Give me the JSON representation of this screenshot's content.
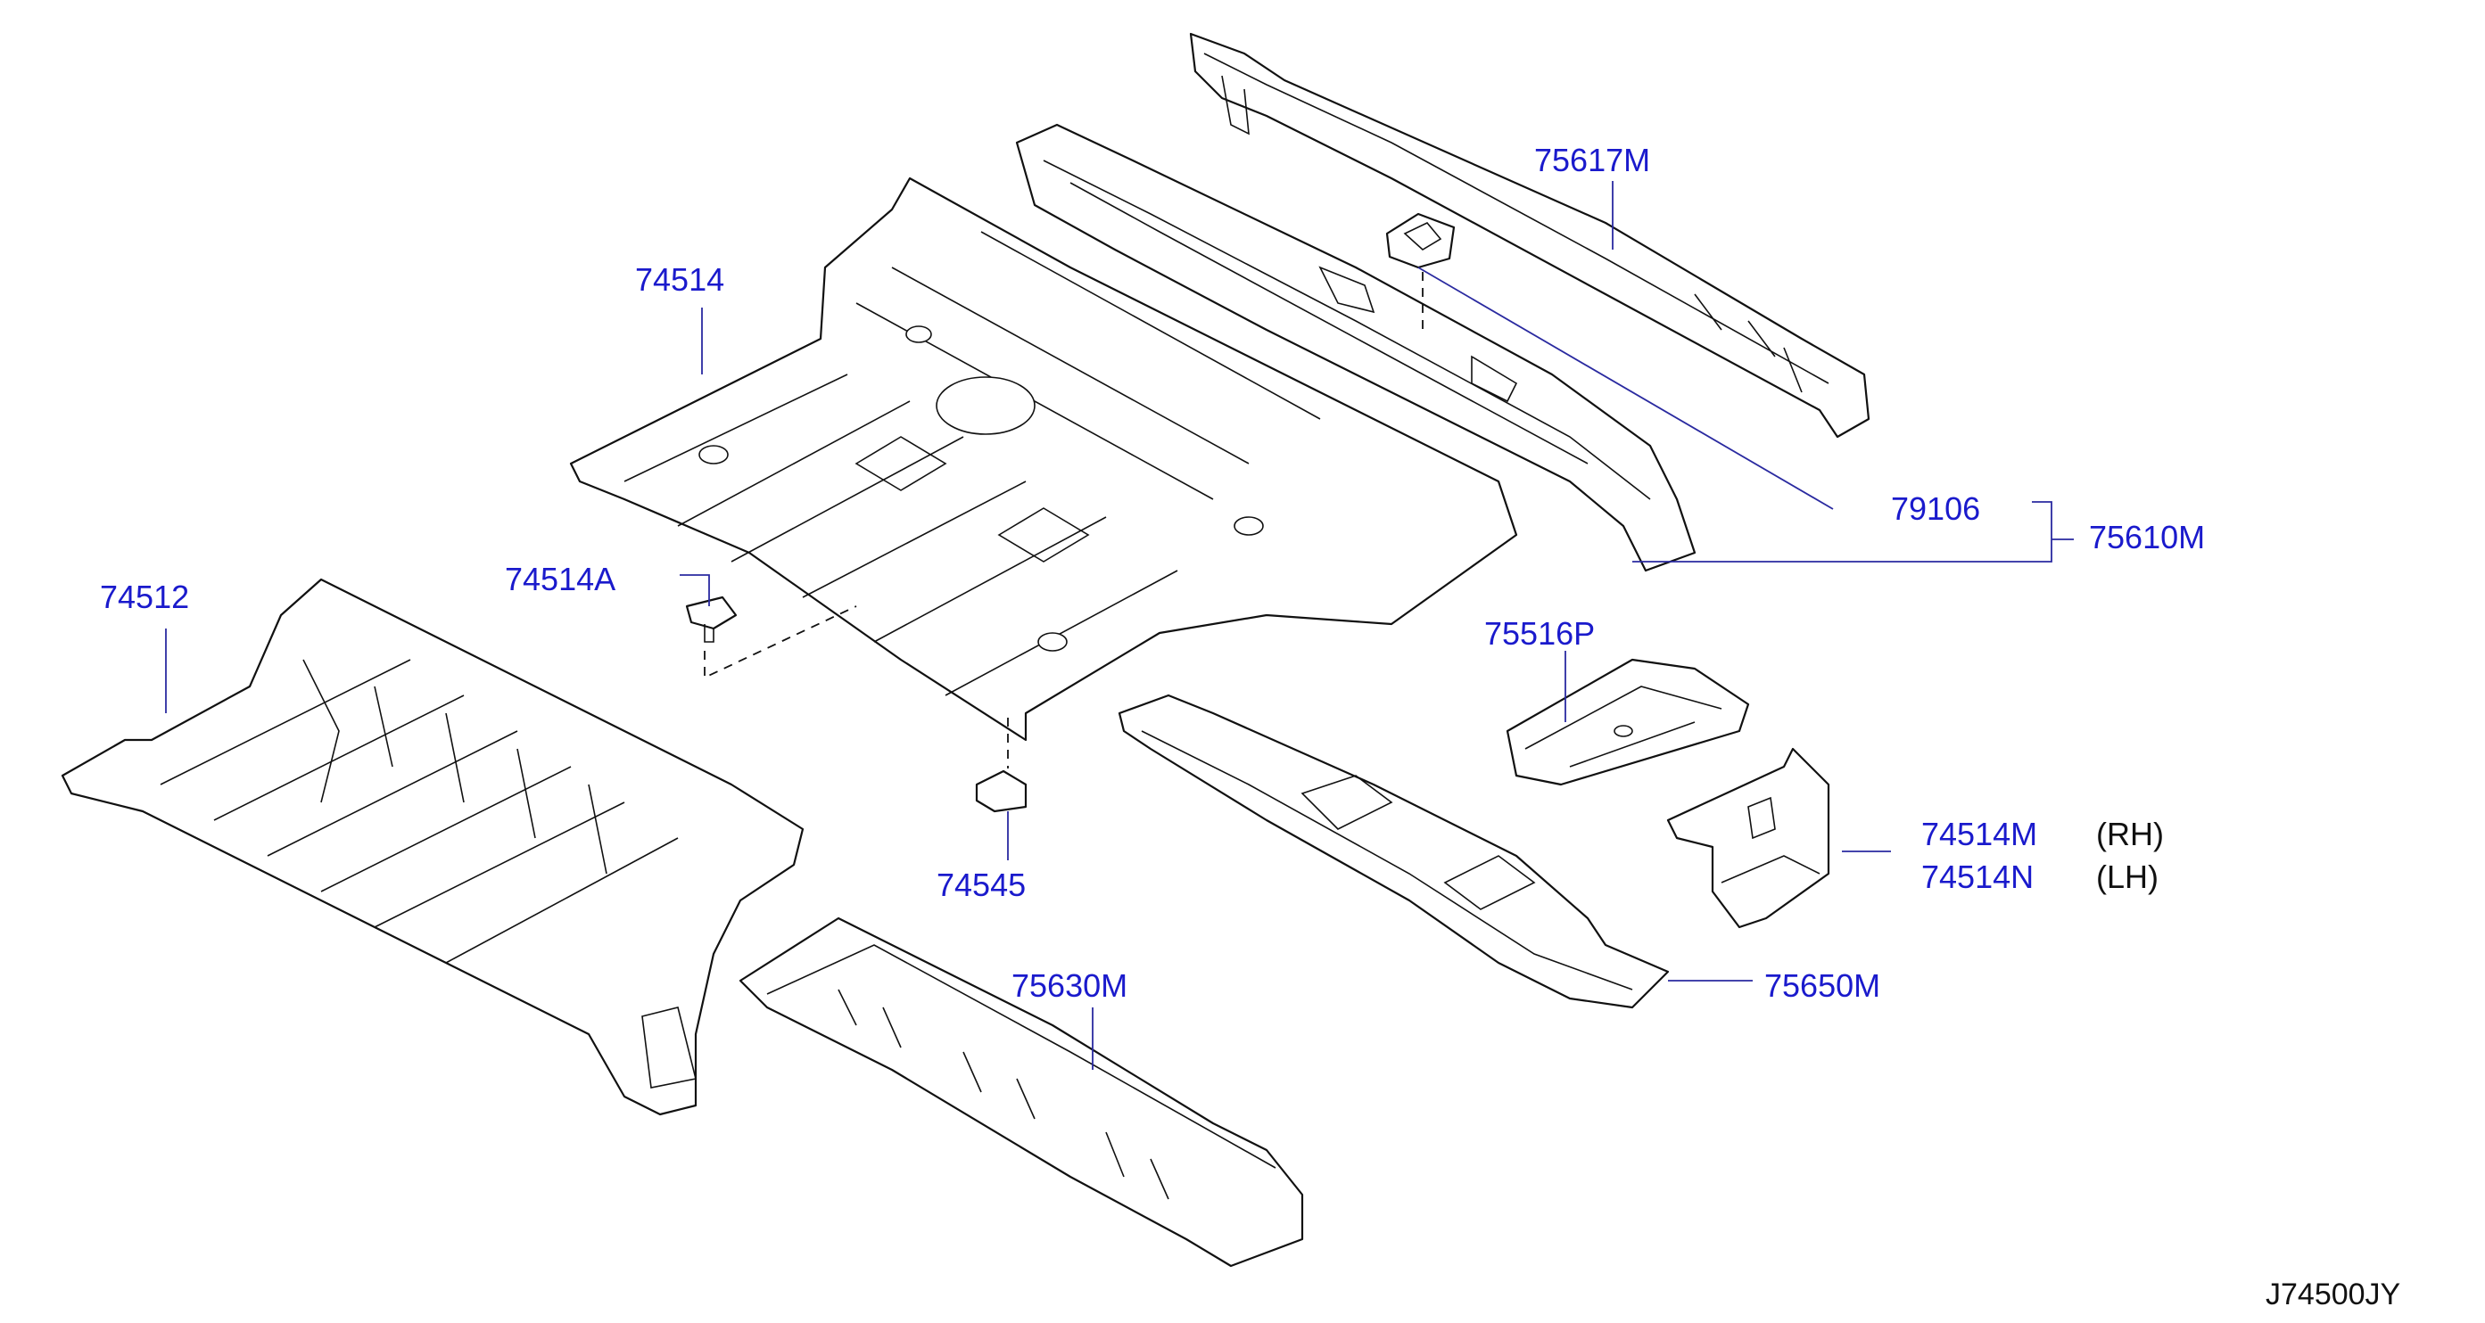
{
  "diagram": {
    "parts": [
      {
        "part_no": "75617M"
      },
      {
        "part_no": "74514"
      },
      {
        "part_no": "79106"
      },
      {
        "part_no": "75610M"
      },
      {
        "part_no": "74514A"
      },
      {
        "part_no": "74512"
      },
      {
        "part_no": "75516P"
      },
      {
        "part_no": "74514M",
        "side": "(RH)"
      },
      {
        "part_no": "74514N",
        "side": "(LH)"
      },
      {
        "part_no": "74545"
      },
      {
        "part_no": "75630M"
      },
      {
        "part_no": "75650M"
      }
    ],
    "drawing_code": "J74500JY"
  }
}
